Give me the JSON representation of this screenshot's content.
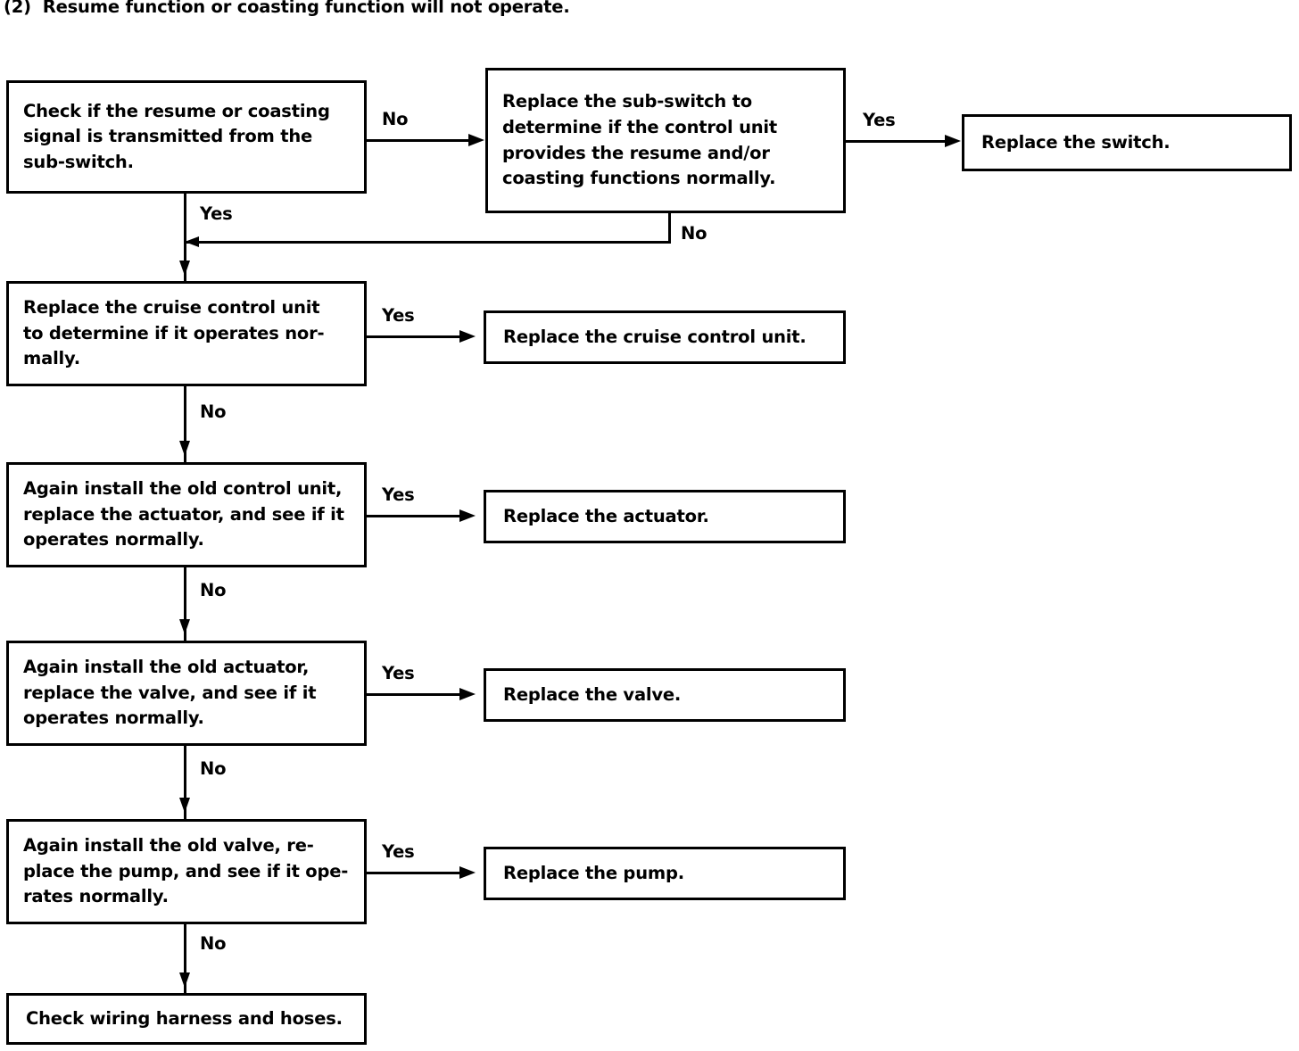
{
  "heading": {
    "number": "(2)",
    "text": "Resume function or coasting function will not operate."
  },
  "nodes": {
    "check_signal": "Check if the resume or coasting signal is transmitted from the sub-switch.",
    "check_signal_lines": [
      "Check if the resume or coasting",
      "signal is transmitted from the",
      "sub-switch."
    ],
    "replace_subswitch": "Replace the sub-switch to determine if the control unit provides the resume and/or coasting functions normally.",
    "replace_subswitch_lines": [
      "Replace the sub-switch to",
      "determine if the control unit",
      "provides the resume and/or",
      "coasting functions normally."
    ],
    "replace_switch": "Replace the switch.",
    "replace_cruise_unit_test": "Replace the cruise control unit to determine if it operates normally.",
    "replace_cruise_unit_test_lines": [
      "Replace the cruise control unit",
      "to determine if it operates nor-",
      "mally."
    ],
    "replace_cruise_unit": "Replace the cruise control unit.",
    "test_actuator": "Again install the old control unit, replace the actuator, and see if it operates normally.",
    "test_actuator_lines": [
      "Again install the old control unit,",
      "replace the actuator, and see if it",
      "operates normally."
    ],
    "replace_actuator": "Replace the actuator.",
    "test_valve": "Again install the old actuator, replace the valve, and see if it operates normally.",
    "test_valve_lines": [
      "Again install the old actuator,",
      "replace the valve, and see if it",
      "operates normally."
    ],
    "replace_valve": "Replace the valve.",
    "test_pump": "Again install the old valve, replace the pump, and see if it operates normally.",
    "test_pump_lines": [
      "Again install the old valve, re-",
      "place the pump, and see if it ope-",
      "rates normally."
    ],
    "replace_pump": "Replace the pump.",
    "check_harness": "Check wiring harness and hoses."
  },
  "edges": {
    "no_1": "No",
    "yes_subswitch": "Yes",
    "yes_1": "Yes",
    "no_subswitch": "No",
    "yes_2": "Yes",
    "no_2": "No",
    "yes_3": "Yes",
    "no_3": "No",
    "yes_4": "Yes",
    "no_4": "No",
    "yes_5": "Yes",
    "no_5": "No"
  },
  "colors": {
    "ink": "#000000",
    "paper": "#ffffff"
  }
}
